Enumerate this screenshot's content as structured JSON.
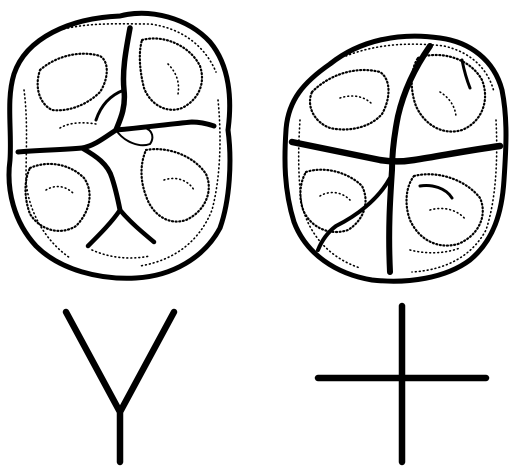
{
  "figure": {
    "panels": [
      {
        "id": "left",
        "pattern": "Y",
        "symbol_label": "Y"
      },
      {
        "id": "right",
        "pattern": "+",
        "symbol_label": "+"
      }
    ],
    "colors": {
      "ink": "#000000",
      "background": "#ffffff"
    }
  }
}
